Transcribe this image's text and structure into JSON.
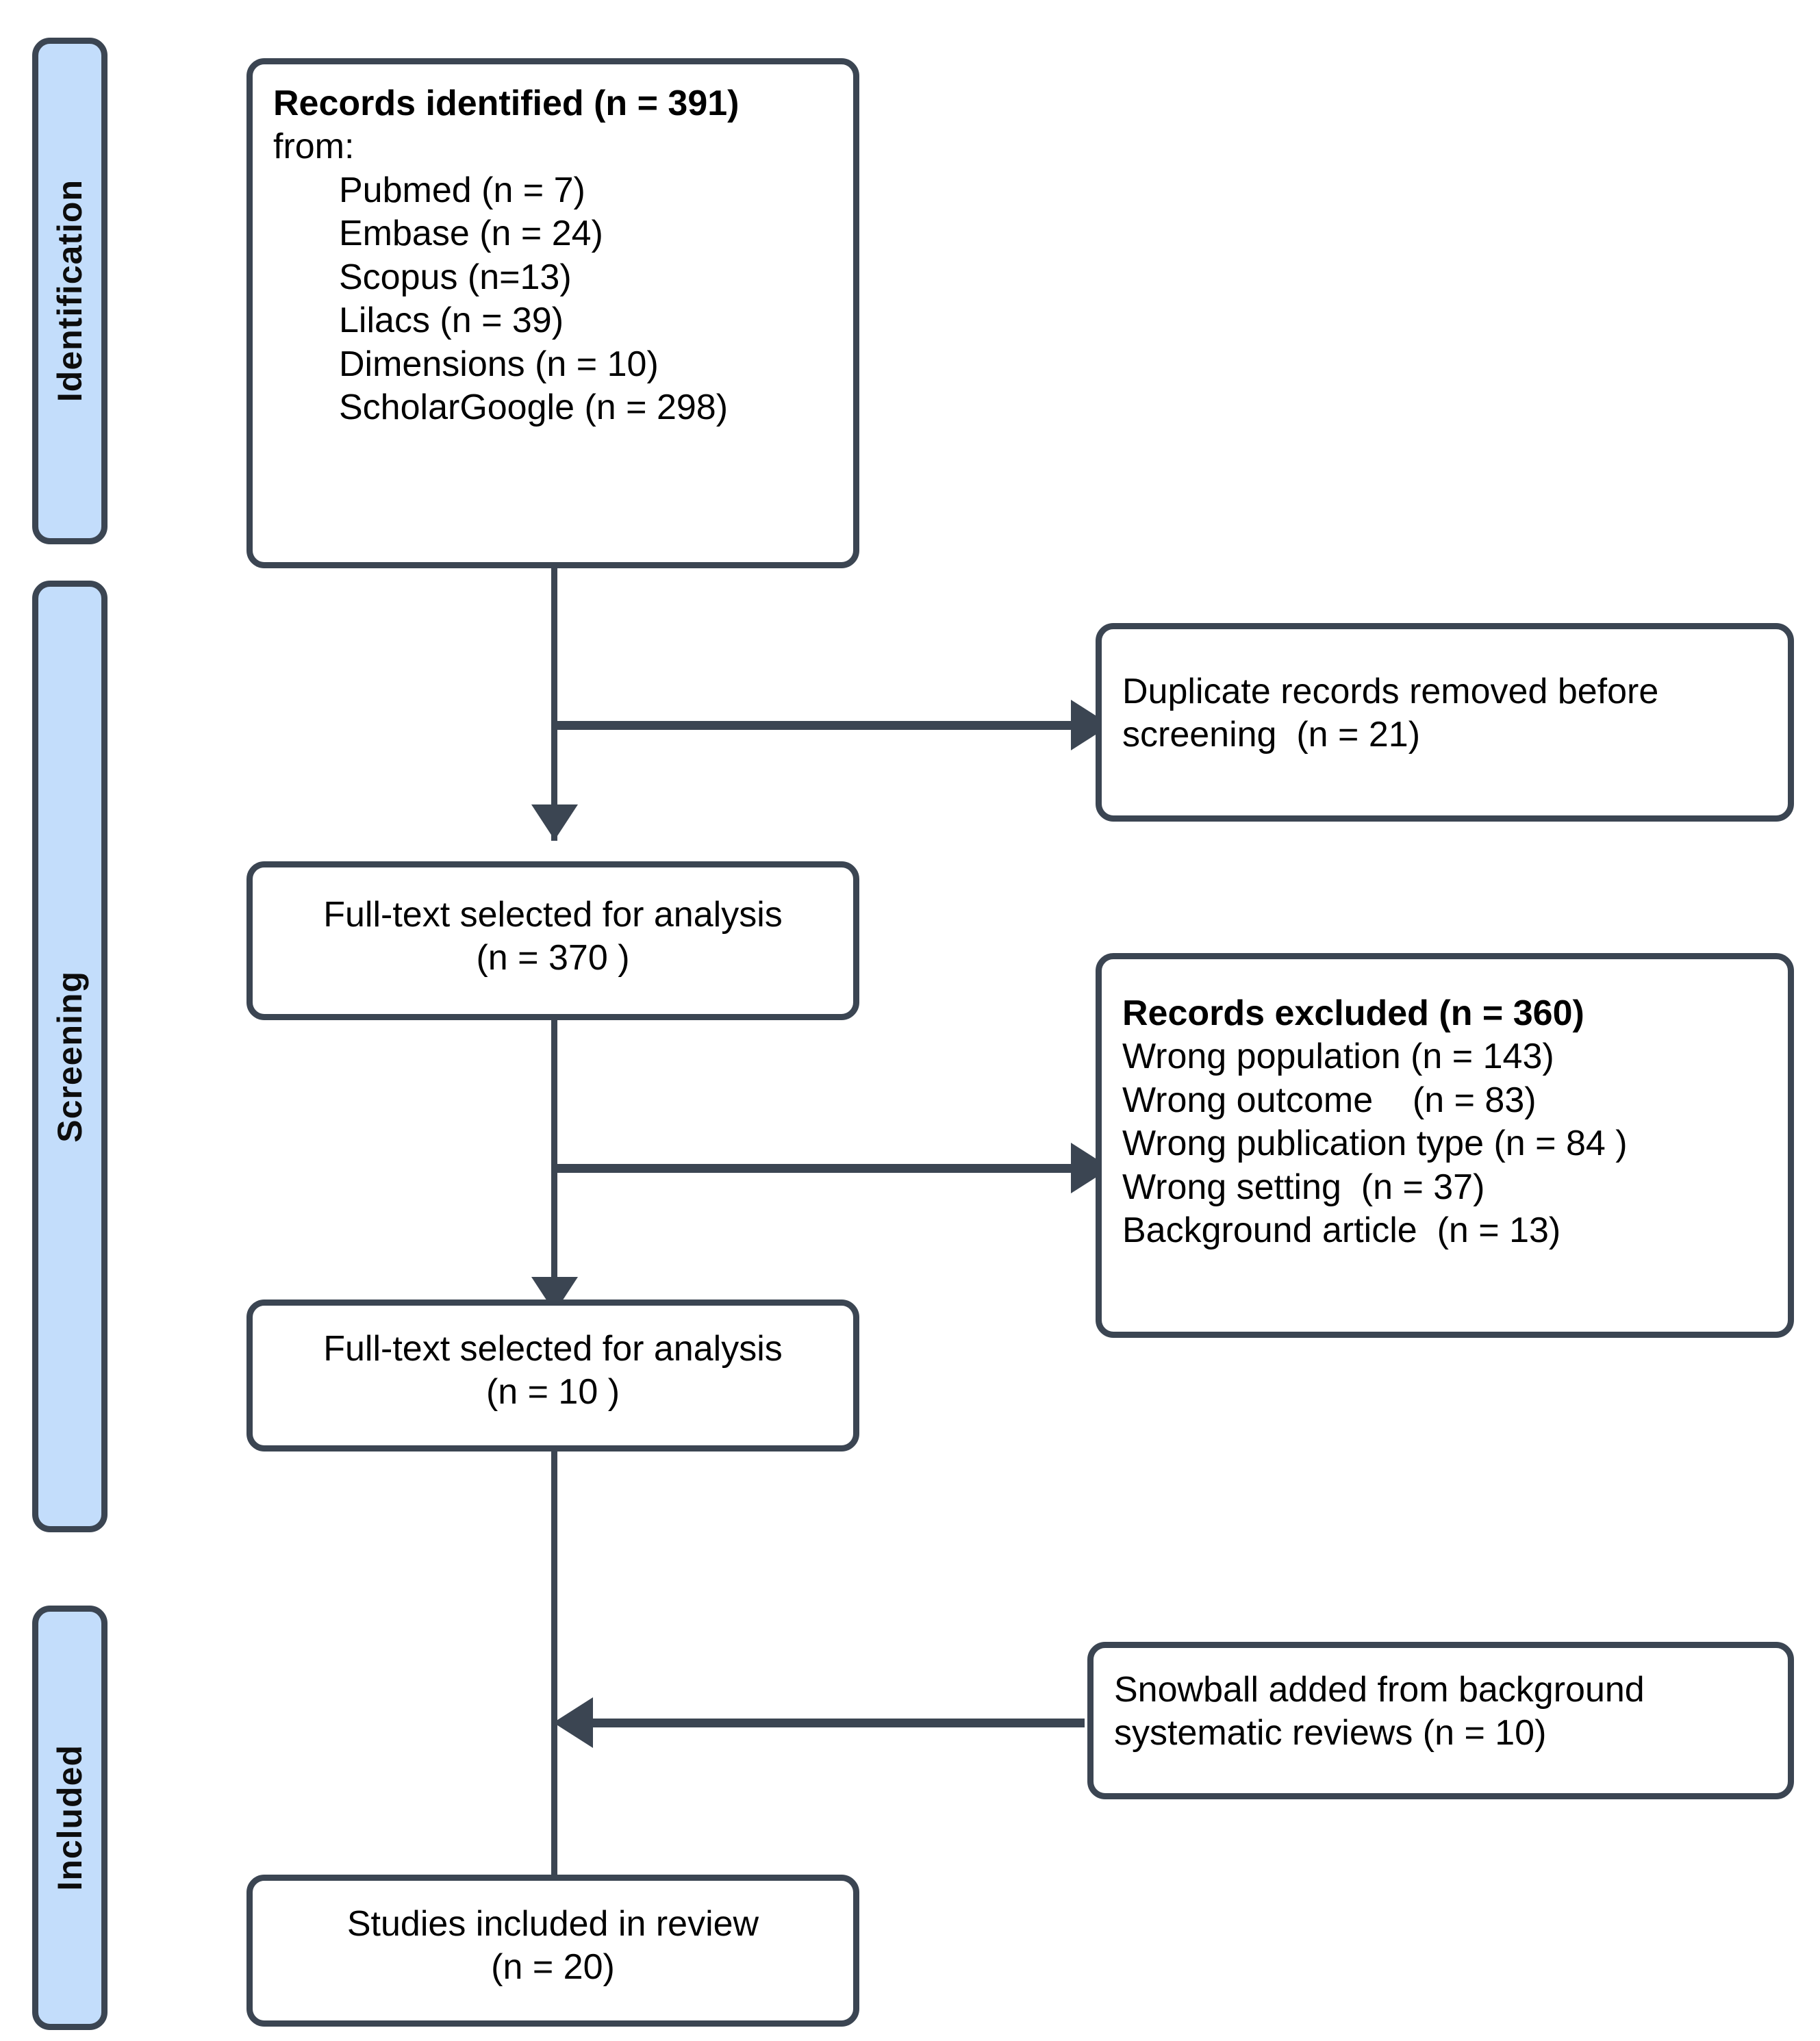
{
  "diagram": {
    "type": "prisma-flow-diagram",
    "accent_blue": "#c3ddfb",
    "line_color": "#3b4552",
    "text_color": "#000000"
  },
  "stages": [
    {
      "label": "Identification"
    },
    {
      "label": "Screening"
    },
    {
      "label": "Included"
    }
  ],
  "boxes": {
    "records_identified": {
      "lines": [
        {
          "text": "Records identified (n = 391)",
          "bold": true,
          "indent": false
        },
        {
          "text": "from:",
          "bold": false,
          "indent": false
        },
        {
          "text": "Pubmed (n = 7)",
          "bold": false,
          "indent": true
        },
        {
          "text": "Embase (n = 24)",
          "bold": false,
          "indent": true
        },
        {
          "text": "Scopus (n=13)",
          "bold": false,
          "indent": true
        },
        {
          "text": "Lilacs (n = 39)",
          "bold": false,
          "indent": true
        },
        {
          "text": "Dimensions (n = 10)",
          "bold": false,
          "indent": true
        },
        {
          "text": "ScholarGoogle (n = 298)",
          "bold": false,
          "indent": true
        }
      ]
    },
    "duplicates_removed": {
      "lines": [
        {
          "text": "Duplicate records removed before",
          "bold": false,
          "indent": false
        },
        {
          "text": "screening  (n = 21)",
          "bold": false,
          "indent": false
        }
      ]
    },
    "fulltext_370": {
      "lines": [
        {
          "text": "Full-text selected for analysis",
          "bold": false,
          "indent": false
        },
        {
          "text": "(n = 370 )",
          "bold": false,
          "indent": false
        }
      ]
    },
    "records_excluded": {
      "lines": [
        {
          "text": "Records excluded (n = 360)",
          "bold": true,
          "indent": false
        },
        {
          "text": "Wrong population (n = 143)",
          "bold": false,
          "indent": false
        },
        {
          "text": "Wrong outcome    (n = 83)",
          "bold": false,
          "indent": false
        },
        {
          "text": "Wrong publication type (n = 84 )",
          "bold": false,
          "indent": false
        },
        {
          "text": "Wrong setting  (n = 37)",
          "bold": false,
          "indent": false
        },
        {
          "text": "Background article  (n = 13)",
          "bold": false,
          "indent": false
        }
      ]
    },
    "fulltext_10": {
      "lines": [
        {
          "text": "Full-text selected for analysis",
          "bold": false,
          "indent": false
        },
        {
          "text": "(n = 10 )",
          "bold": false,
          "indent": false
        }
      ]
    },
    "snowball_added": {
      "lines": [
        {
          "text": "Snowball added from background",
          "bold": false,
          "indent": false
        },
        {
          "text": "systematic reviews (n = 10)",
          "bold": false,
          "indent": false
        }
      ]
    },
    "studies_included": {
      "lines": [
        {
          "text": "Studies included in review",
          "bold": false,
          "indent": false
        },
        {
          "text": "(n = 20)",
          "bold": false,
          "indent": false
        }
      ]
    }
  }
}
